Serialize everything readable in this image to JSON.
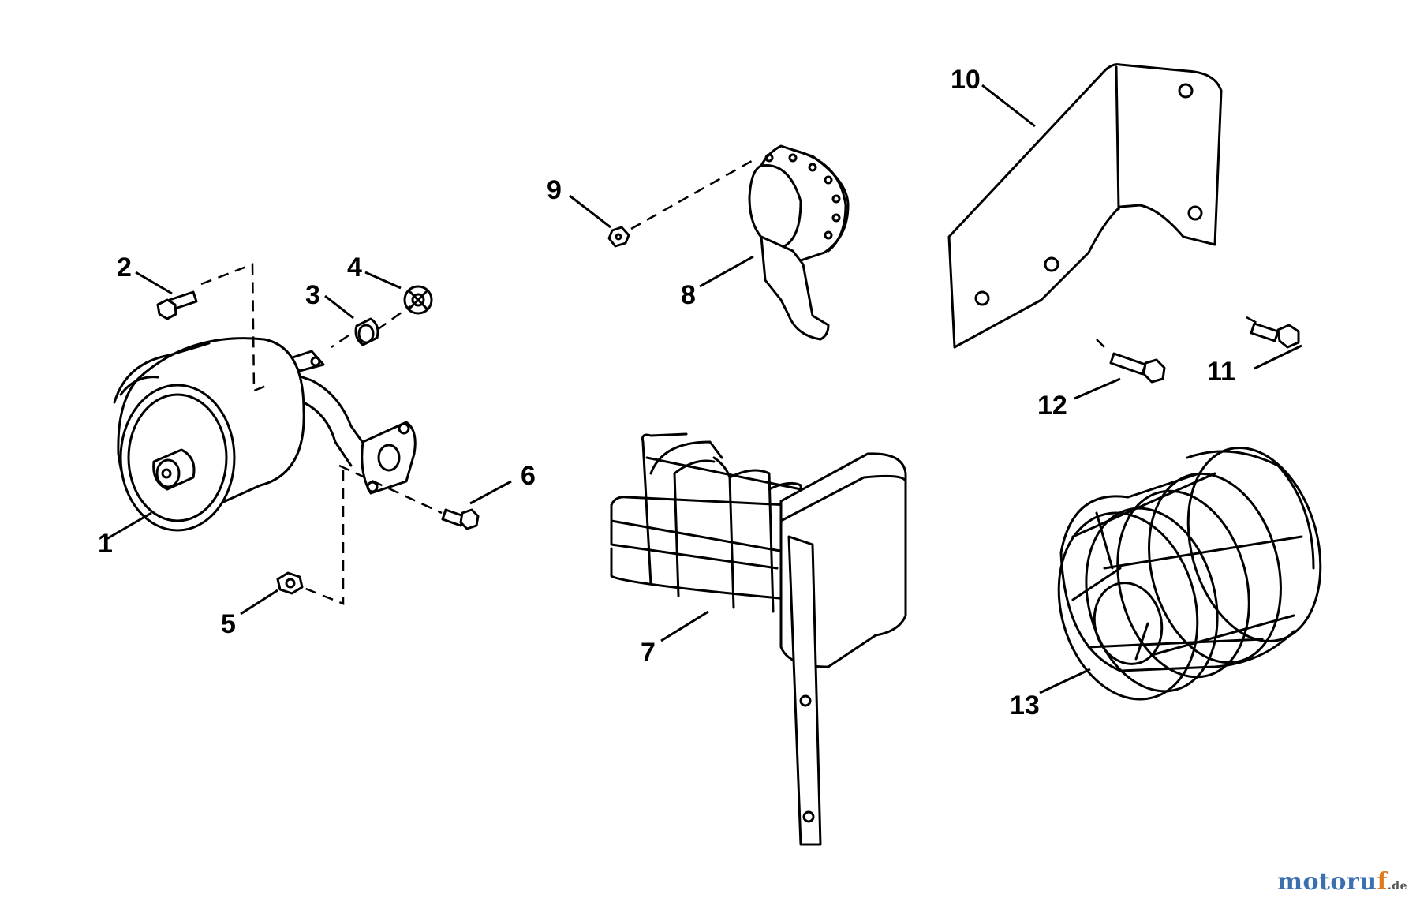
{
  "diagram": {
    "callouts": [
      "1",
      "2",
      "3",
      "4",
      "5",
      "6",
      "7",
      "8",
      "9",
      "10",
      "11",
      "12",
      "13"
    ]
  },
  "watermark": {
    "main": "motoru",
    "accent": "f",
    "tld": ".de"
  }
}
